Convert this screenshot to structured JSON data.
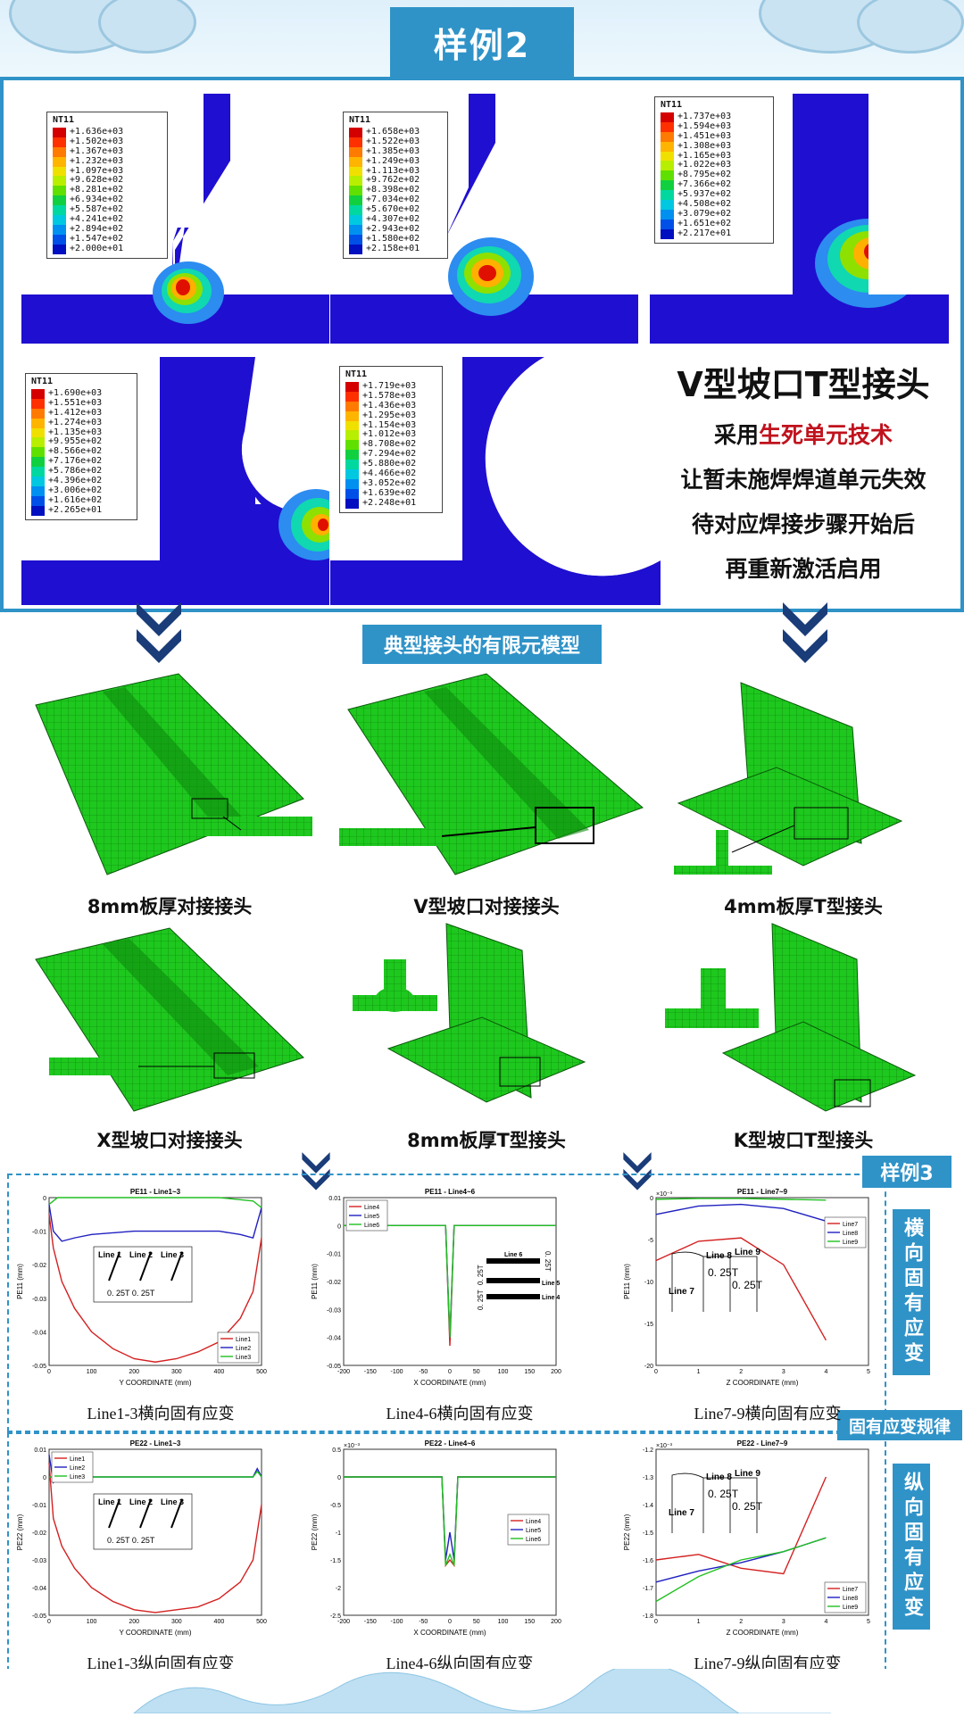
{
  "header": {
    "title": "样例2"
  },
  "fem": {
    "legend_title": "NT11",
    "colors": [
      "#d40000",
      "#ff3000",
      "#ff7a00",
      "#ffb400",
      "#f0e000",
      "#b8ee00",
      "#60e000",
      "#10d040",
      "#00d8a0",
      "#00c8e0",
      "#0090f0",
      "#0050e8",
      "#0010c0"
    ],
    "panels": [
      [
        "+1.636e+03",
        "+1.502e+03",
        "+1.367e+03",
        "+1.232e+03",
        "+1.097e+03",
        "+9.628e+02",
        "+8.281e+02",
        "+6.934e+02",
        "+5.587e+02",
        "+4.241e+02",
        "+2.894e+02",
        "+1.547e+02",
        "+2.000e+01"
      ],
      [
        "+1.658e+03",
        "+1.522e+03",
        "+1.385e+03",
        "+1.249e+03",
        "+1.113e+03",
        "+9.762e+02",
        "+8.398e+02",
        "+7.034e+02",
        "+5.670e+02",
        "+4.307e+02",
        "+2.943e+02",
        "+1.580e+02",
        "+2.158e+01"
      ],
      [
        "+1.737e+03",
        "+1.594e+03",
        "+1.451e+03",
        "+1.308e+03",
        "+1.165e+03",
        "+1.022e+03",
        "+8.795e+02",
        "+7.366e+02",
        "+5.937e+02",
        "+4.508e+02",
        "+3.079e+02",
        "+1.651e+02",
        "+2.217e+01"
      ],
      [
        "+1.690e+03",
        "+1.551e+03",
        "+1.412e+03",
        "+1.274e+03",
        "+1.135e+03",
        "+9.955e+02",
        "+8.566e+02",
        "+7.176e+02",
        "+5.786e+02",
        "+4.396e+02",
        "+3.006e+02",
        "+1.616e+02",
        "+2.265e+01"
      ],
      [
        "+1.719e+03",
        "+1.578e+03",
        "+1.436e+03",
        "+1.295e+03",
        "+1.154e+03",
        "+1.012e+03",
        "+8.708e+02",
        "+7.294e+02",
        "+5.880e+02",
        "+4.466e+02",
        "+3.052e+02",
        "+1.639e+02",
        "+2.248e+01"
      ]
    ],
    "heading": "V型坡口T型接头",
    "line1_pre": "采用",
    "line1_hl": "生死单元技术",
    "line2": "让暂未施焊焊道单元失效",
    "line3": "待对应焊接步骤开始后",
    "line4": "再重新激活启用"
  },
  "models": {
    "label": "典型接头的有限元模型",
    "captions": [
      "8mm板厚对接接头",
      "V型坡口对接接头",
      "4mm板厚T型接头",
      "X型坡口对接接头",
      "8mm板厚T型接头",
      "K型坡口T型接头"
    ]
  },
  "plots": {
    "tag_example3": "样例3",
    "tag_rule": "固有应变规律",
    "side_transverse": "横向固有应变",
    "side_longitudinal": "纵向固有应变",
    "titles": [
      "PE11 - Line1~3",
      "PE11 - Line4~6",
      "PE11 - Line7~9",
      "PE22 - Line1~3",
      "PE22 - Line4~6",
      "PE22 - Line7~9"
    ],
    "captions": [
      "Line1-3横向固有应变",
      "Line4-6横向固有应变",
      "Line7-9横向固有应变",
      "Line1-3纵向固有应变",
      "Line4-6纵向固有应变",
      "Line7-9纵向固有应变"
    ],
    "xlabels": [
      "Y COORDINATE (mm)",
      "X COORDINATE (mm)",
      "Z COORDINATE (mm)"
    ],
    "ylabels": [
      "PE11 (mm)",
      "PE22 (mm)"
    ],
    "legends": {
      "a": [
        "Line1",
        "Line2",
        "Line3"
      ],
      "b": [
        "Line4",
        "Line5",
        "Line6"
      ],
      "c": [
        "Line7",
        "Line8",
        "Line9"
      ]
    },
    "series_colors": [
      "#d42020",
      "#2020c0",
      "#20c020"
    ],
    "inset_labels": {
      "l1": "Line 1",
      "l2": "Line 2",
      "l3": "Line 3",
      "q": "0. 25T",
      "l6": "Line 6",
      "l5": "Line 5",
      "l4": "Line 4",
      "l7": "Line 7",
      "l8": "Line 8",
      "l9": "Line 9"
    },
    "exp": "×10⁻³"
  },
  "chart_data": [
    {
      "type": "line",
      "title": "PE11 - Line1~3",
      "xlabel": "Y COORDINATE (mm)",
      "ylabel": "PE11 (mm)",
      "xlim": [
        0,
        500
      ],
      "ylim": [
        -0.05,
        0
      ],
      "series": [
        {
          "name": "Line1",
          "x": [
            0,
            10,
            30,
            60,
            100,
            150,
            200,
            250,
            300,
            350,
            400,
            450,
            480,
            500
          ],
          "y": [
            -0.005,
            -0.015,
            -0.025,
            -0.033,
            -0.04,
            -0.045,
            -0.048,
            -0.049,
            -0.048,
            -0.046,
            -0.043,
            -0.036,
            -0.028,
            -0.012
          ]
        },
        {
          "name": "Line2",
          "x": [
            0,
            10,
            30,
            60,
            100,
            200,
            300,
            400,
            450,
            480,
            500
          ],
          "y": [
            -0.002,
            -0.01,
            -0.013,
            -0.012,
            -0.011,
            -0.01,
            -0.01,
            -0.01,
            -0.011,
            -0.012,
            -0.003
          ]
        },
        {
          "name": "Line3",
          "x": [
            0,
            20,
            100,
            200,
            300,
            400,
            480,
            500
          ],
          "y": [
            -0.002,
            0.0,
            0.0,
            0.0,
            0.0,
            0.0,
            -0.001,
            -0.003
          ]
        }
      ]
    },
    {
      "type": "line",
      "title": "PE11 - Line4~6",
      "xlabel": "X COORDINATE (mm)",
      "ylabel": "PE11 (mm)",
      "xlim": [
        -200,
        200
      ],
      "ylim": [
        -0.05,
        0.01
      ],
      "series": [
        {
          "name": "Line4",
          "x": [
            -200,
            -8,
            0,
            8,
            200
          ],
          "y": [
            0,
            0,
            -0.043,
            0,
            0
          ]
        },
        {
          "name": "Line5",
          "x": [
            -200,
            -8,
            0,
            8,
            200
          ],
          "y": [
            0,
            0,
            -0.04,
            0,
            0
          ]
        },
        {
          "name": "Line6",
          "x": [
            -200,
            -8,
            0,
            8,
            200
          ],
          "y": [
            0,
            0,
            -0.04,
            0,
            0
          ]
        }
      ]
    },
    {
      "type": "line",
      "title": "PE11 - Line7~9",
      "xlabel": "Z COORDINATE (mm)",
      "ylabel": "PE11 (mm)",
      "xlim": [
        0,
        5
      ],
      "ylim": [
        -20,
        0
      ],
      "series": [
        {
          "name": "Line7",
          "x": [
            0,
            1,
            2,
            3,
            4
          ],
          "y": [
            -7.5,
            -5.2,
            -4.8,
            -8.0,
            -17.0
          ]
        },
        {
          "name": "Line8",
          "x": [
            0,
            1,
            2,
            3,
            4
          ],
          "y": [
            -2.0,
            -1.0,
            -0.8,
            -1.3,
            -2.8
          ]
        },
        {
          "name": "Line9",
          "x": [
            0,
            1,
            2,
            3,
            4
          ],
          "y": [
            -0.2,
            -0.1,
            -0.1,
            -0.2,
            -0.3
          ]
        }
      ]
    },
    {
      "type": "line",
      "title": "PE22 - Line1~3",
      "xlabel": "Y COORDINATE (mm)",
      "ylabel": "PE22 (mm)",
      "xlim": [
        0,
        500
      ],
      "ylim": [
        -0.05,
        0.01
      ],
      "series": [
        {
          "name": "Line1",
          "x": [
            0,
            10,
            30,
            60,
            100,
            150,
            200,
            250,
            300,
            350,
            400,
            450,
            480,
            500
          ],
          "y": [
            0.005,
            -0.015,
            -0.025,
            -0.033,
            -0.04,
            -0.045,
            -0.048,
            -0.049,
            -0.048,
            -0.047,
            -0.044,
            -0.038,
            -0.03,
            -0.01
          ]
        },
        {
          "name": "Line2",
          "x": [
            0,
            10,
            20,
            480,
            490,
            500
          ],
          "y": [
            0.008,
            -0.002,
            0.0,
            0.0,
            0.003,
            0.0
          ]
        },
        {
          "name": "Line3",
          "x": [
            0,
            10,
            20,
            480,
            490,
            500
          ],
          "y": [
            0.0,
            0.0,
            0.0,
            0.0,
            0.002,
            0.0
          ]
        }
      ]
    },
    {
      "type": "line",
      "title": "PE22 - Line4~6",
      "xlabel": "X COORDINATE (mm)",
      "ylabel": "PE22 (mm)",
      "xlim": [
        -200,
        200
      ],
      "ylim": [
        -2.5,
        0.5
      ],
      "series": [
        {
          "name": "Line4",
          "x": [
            -200,
            -15,
            -8,
            0,
            8,
            15,
            200
          ],
          "y": [
            0,
            0,
            -1.6,
            -1.5,
            -1.6,
            0,
            0
          ]
        },
        {
          "name": "Line5",
          "x": [
            -200,
            -15,
            -8,
            0,
            8,
            15,
            200
          ],
          "y": [
            0,
            0,
            -1.5,
            -1.0,
            -1.5,
            0,
            0
          ]
        },
        {
          "name": "Line6",
          "x": [
            -200,
            -15,
            -8,
            0,
            8,
            15,
            200
          ],
          "y": [
            0,
            0,
            -1.6,
            -1.4,
            -1.6,
            0,
            0
          ]
        }
      ]
    },
    {
      "type": "line",
      "title": "PE22 - Line7~9",
      "xlabel": "Z COORDINATE (mm)",
      "ylabel": "PE22 (mm)",
      "xlim": [
        0,
        5
      ],
      "ylim": [
        -1.8,
        -1.2
      ],
      "series": [
        {
          "name": "Line7",
          "x": [
            0,
            1,
            2,
            3,
            4
          ],
          "y": [
            -1.6,
            -1.58,
            -1.63,
            -1.65,
            -1.3
          ]
        },
        {
          "name": "Line8",
          "x": [
            0,
            1,
            2,
            3,
            4
          ],
          "y": [
            -1.68,
            -1.64,
            -1.61,
            -1.57,
            -1.52
          ]
        },
        {
          "name": "Line9",
          "x": [
            0,
            1,
            2,
            3,
            4
          ],
          "y": [
            -1.75,
            -1.66,
            -1.6,
            -1.57,
            -1.52
          ]
        }
      ]
    }
  ]
}
